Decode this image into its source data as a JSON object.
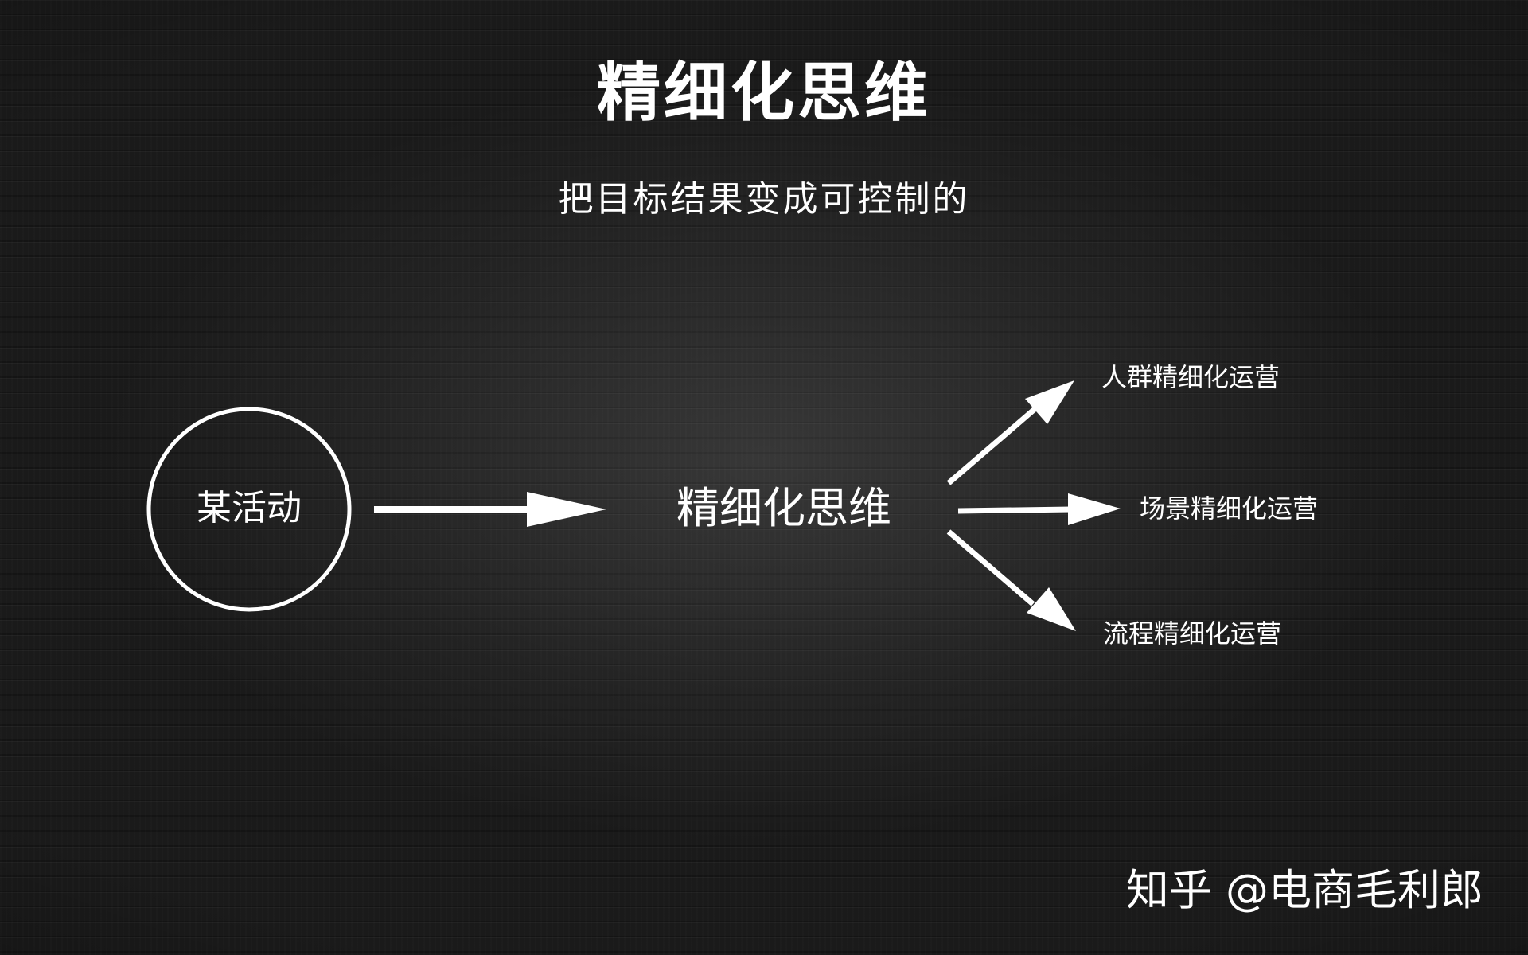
{
  "title": "精细化思维",
  "subtitle": "把目标结果变成可控制的",
  "nodes": {
    "activity": "某活动",
    "center": "精细化思维",
    "branches": [
      "人群精细化运营",
      "场景精细化运营",
      "流程精细化运营"
    ]
  },
  "watermark": "知乎 @电商毛利郎",
  "colors": {
    "background": "#1a1a1a",
    "foreground": "#ffffff"
  }
}
